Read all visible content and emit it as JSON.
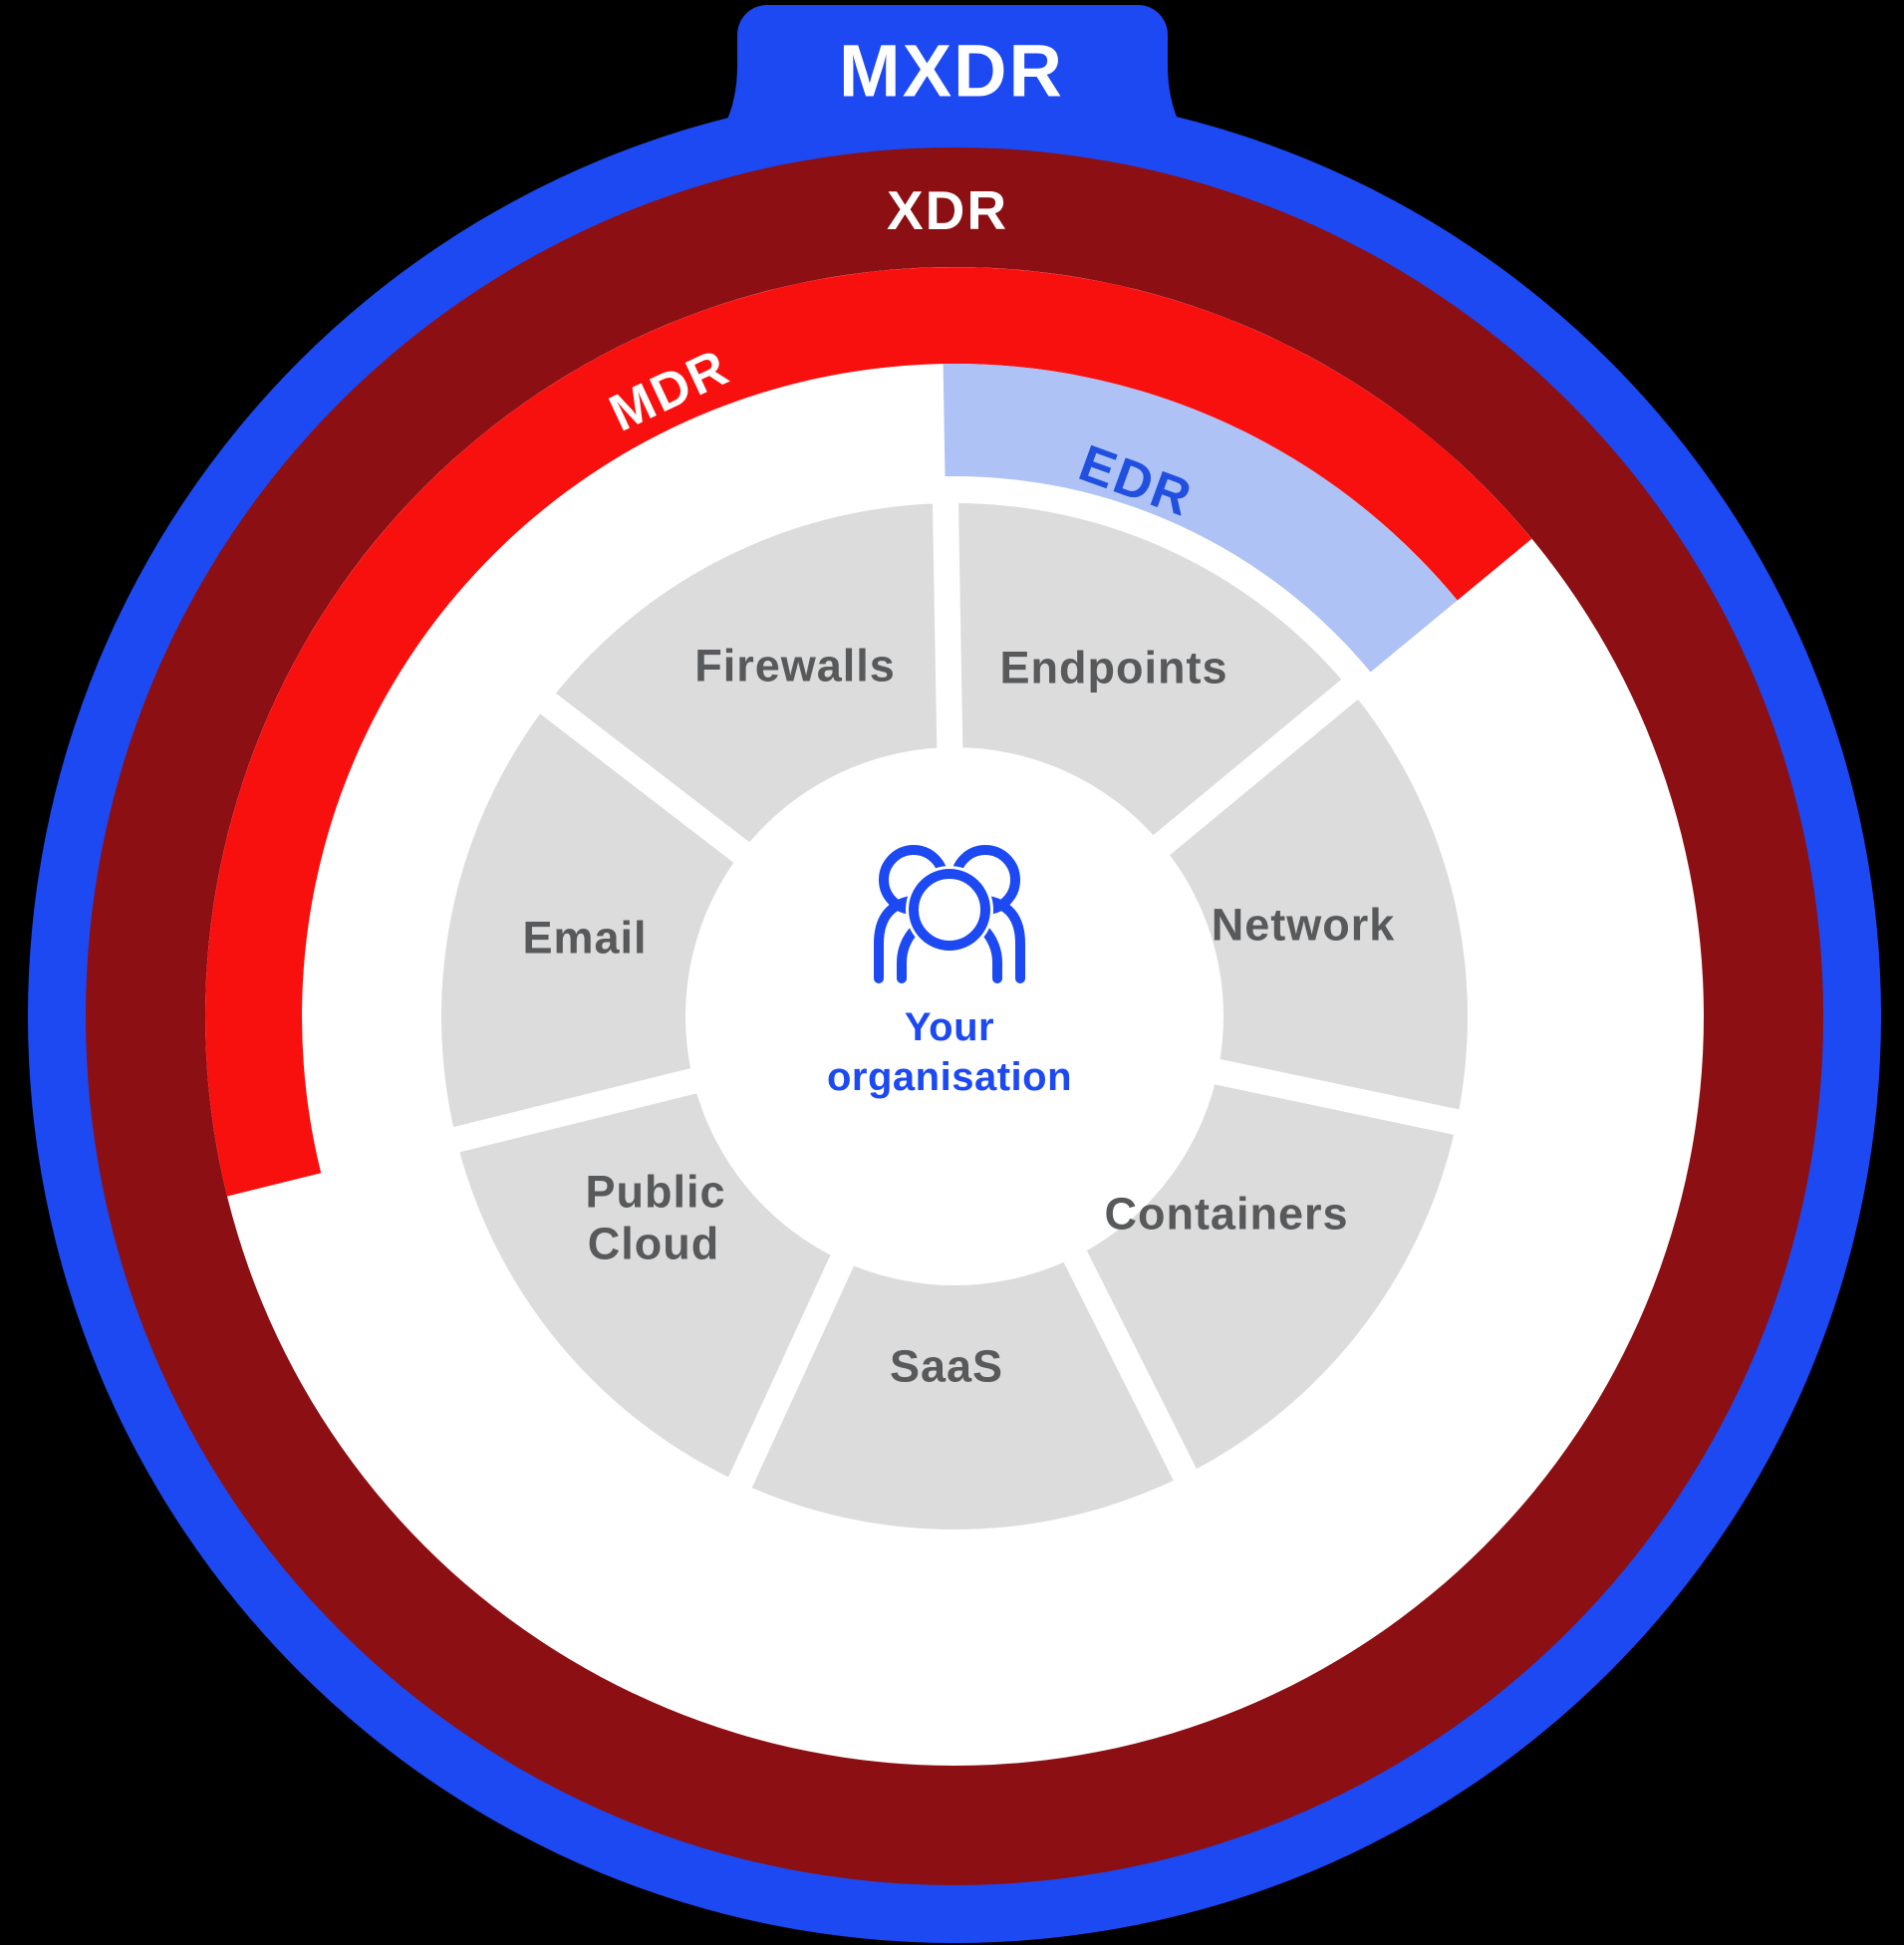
{
  "diagram": {
    "title": "MXDR layered detection and response model",
    "colors": {
      "background": "#000000",
      "blue": "#1d49f2",
      "dark_red": "#8c0f13",
      "red": "#f8100f",
      "light_blue": "#aec2f6",
      "edr_text": "#2150e0",
      "segment_gray": "#dcdcdc",
      "segment_text": "#58595b",
      "white": "#ffffff"
    },
    "rings": [
      {
        "id": "mxdr",
        "label": "MXDR",
        "color": "#1d49f2",
        "text_color": "#ffffff",
        "coverage": "full circle with top tab"
      },
      {
        "id": "xdr",
        "label": "XDR",
        "color": "#8c0f13",
        "text_color": "#ffffff",
        "coverage": "full circle"
      },
      {
        "id": "mdr",
        "label": "MDR",
        "color": "#f8100f",
        "text_color": "#ffffff",
        "coverage": "partial arc over Email, Firewalls, Endpoints"
      },
      {
        "id": "edr",
        "label": "EDR",
        "color": "#aec2f6",
        "text_color": "#2150e0",
        "coverage": "arc over Endpoints only"
      }
    ],
    "segments": [
      {
        "label": "Firewalls"
      },
      {
        "label": "Endpoints"
      },
      {
        "label": "Network"
      },
      {
        "label": "Containers"
      },
      {
        "label": "SaaS"
      },
      {
        "label": "Public Cloud",
        "lines": [
          "Public",
          "Cloud"
        ]
      },
      {
        "label": "Email"
      }
    ],
    "center": {
      "icon": "people-group-icon",
      "lines": [
        "Your",
        "organisation"
      ]
    }
  }
}
